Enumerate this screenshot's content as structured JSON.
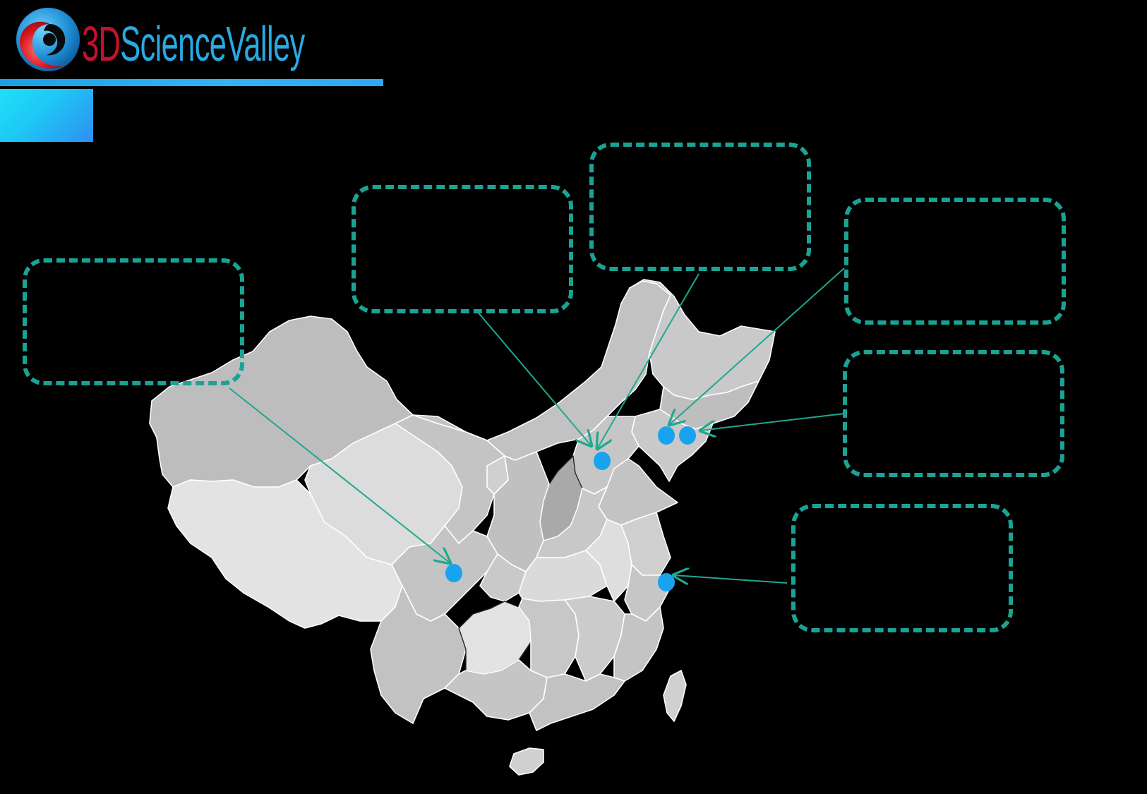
{
  "brand": {
    "logo_part1": "3D",
    "logo_part2": "ScienceValley",
    "accent_color": "#1ba0e6",
    "logo_red": "#c8102e"
  },
  "map": {
    "land_colors": [
      "#bdbdbd",
      "#c9c9c9",
      "#d8d8d8",
      "#e3e3e3",
      "#a9a9a9"
    ],
    "marker_color": "#19a3ef",
    "arrow_color": "#1fa890"
  },
  "callouts": [
    {
      "id": "west",
      "text": ""
    },
    {
      "id": "north-center",
      "text": ""
    },
    {
      "id": "north",
      "text": ""
    },
    {
      "id": "northeast-upper",
      "text": ""
    },
    {
      "id": "northeast-lower",
      "text": ""
    },
    {
      "id": "east",
      "text": ""
    }
  ]
}
